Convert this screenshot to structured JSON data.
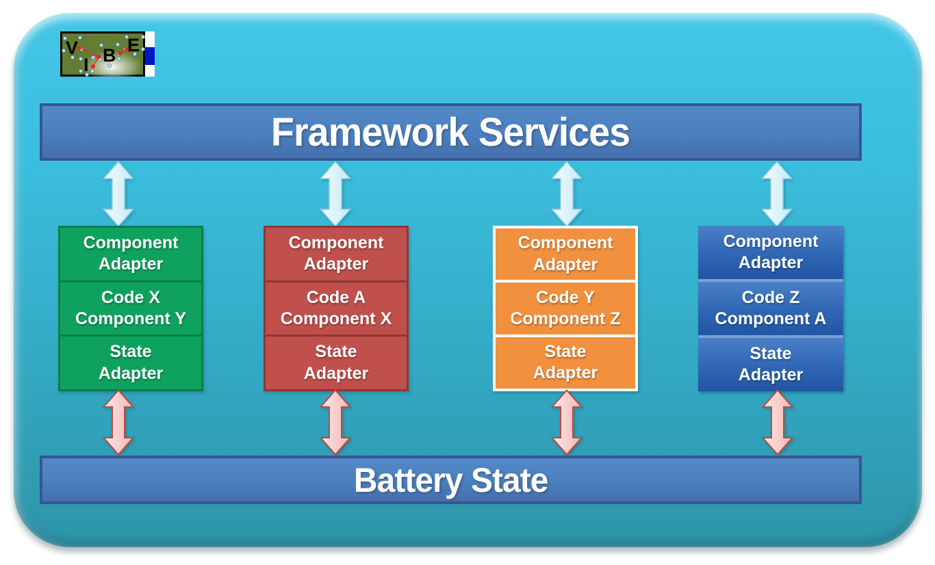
{
  "logo": {
    "name": "VIBE",
    "letters": [
      "V",
      "I",
      "B",
      "E"
    ]
  },
  "framework_bar": {
    "label": "Framework Services"
  },
  "battery_bar": {
    "label": "Battery State"
  },
  "columns": [
    {
      "theme_color": "#0FA25E",
      "border_color": "#0A7F47",
      "sections": [
        "Component\nAdapter",
        "Code X\nComponent Y",
        "State\nAdapter"
      ]
    },
    {
      "theme_color": "#BF504C",
      "border_color": "#8F3633",
      "sections": [
        "Component\nAdapter",
        "Code A\nComponent X",
        "State\nAdapter"
      ]
    },
    {
      "theme_color": "#F1903E",
      "border_color": "#FFFFFF",
      "sections": [
        "Component\nAdapter",
        "Code Y\nComponent Z",
        "State\nAdapter"
      ]
    },
    {
      "theme_color": "#2F66B4",
      "border_color": "#7AA2D8",
      "sections": [
        "Component\nAdapter",
        "Code Z\nComponent A",
        "State\nAdapter"
      ]
    }
  ],
  "arrows": {
    "top_fill_start": "#F2FBFE",
    "top_fill_end": "#C6EBF7",
    "top_stroke": "#9ECFE3",
    "bottom_fill_start": "#FDE9E8",
    "bottom_fill_end": "#F5B5B2",
    "bottom_stroke": "#BC4B47"
  },
  "slab_colors": {
    "top": "#44C6E6",
    "bottom": "#2E94A9",
    "bar_fill": "#4B7FBE",
    "bar_border": "#36568F"
  }
}
